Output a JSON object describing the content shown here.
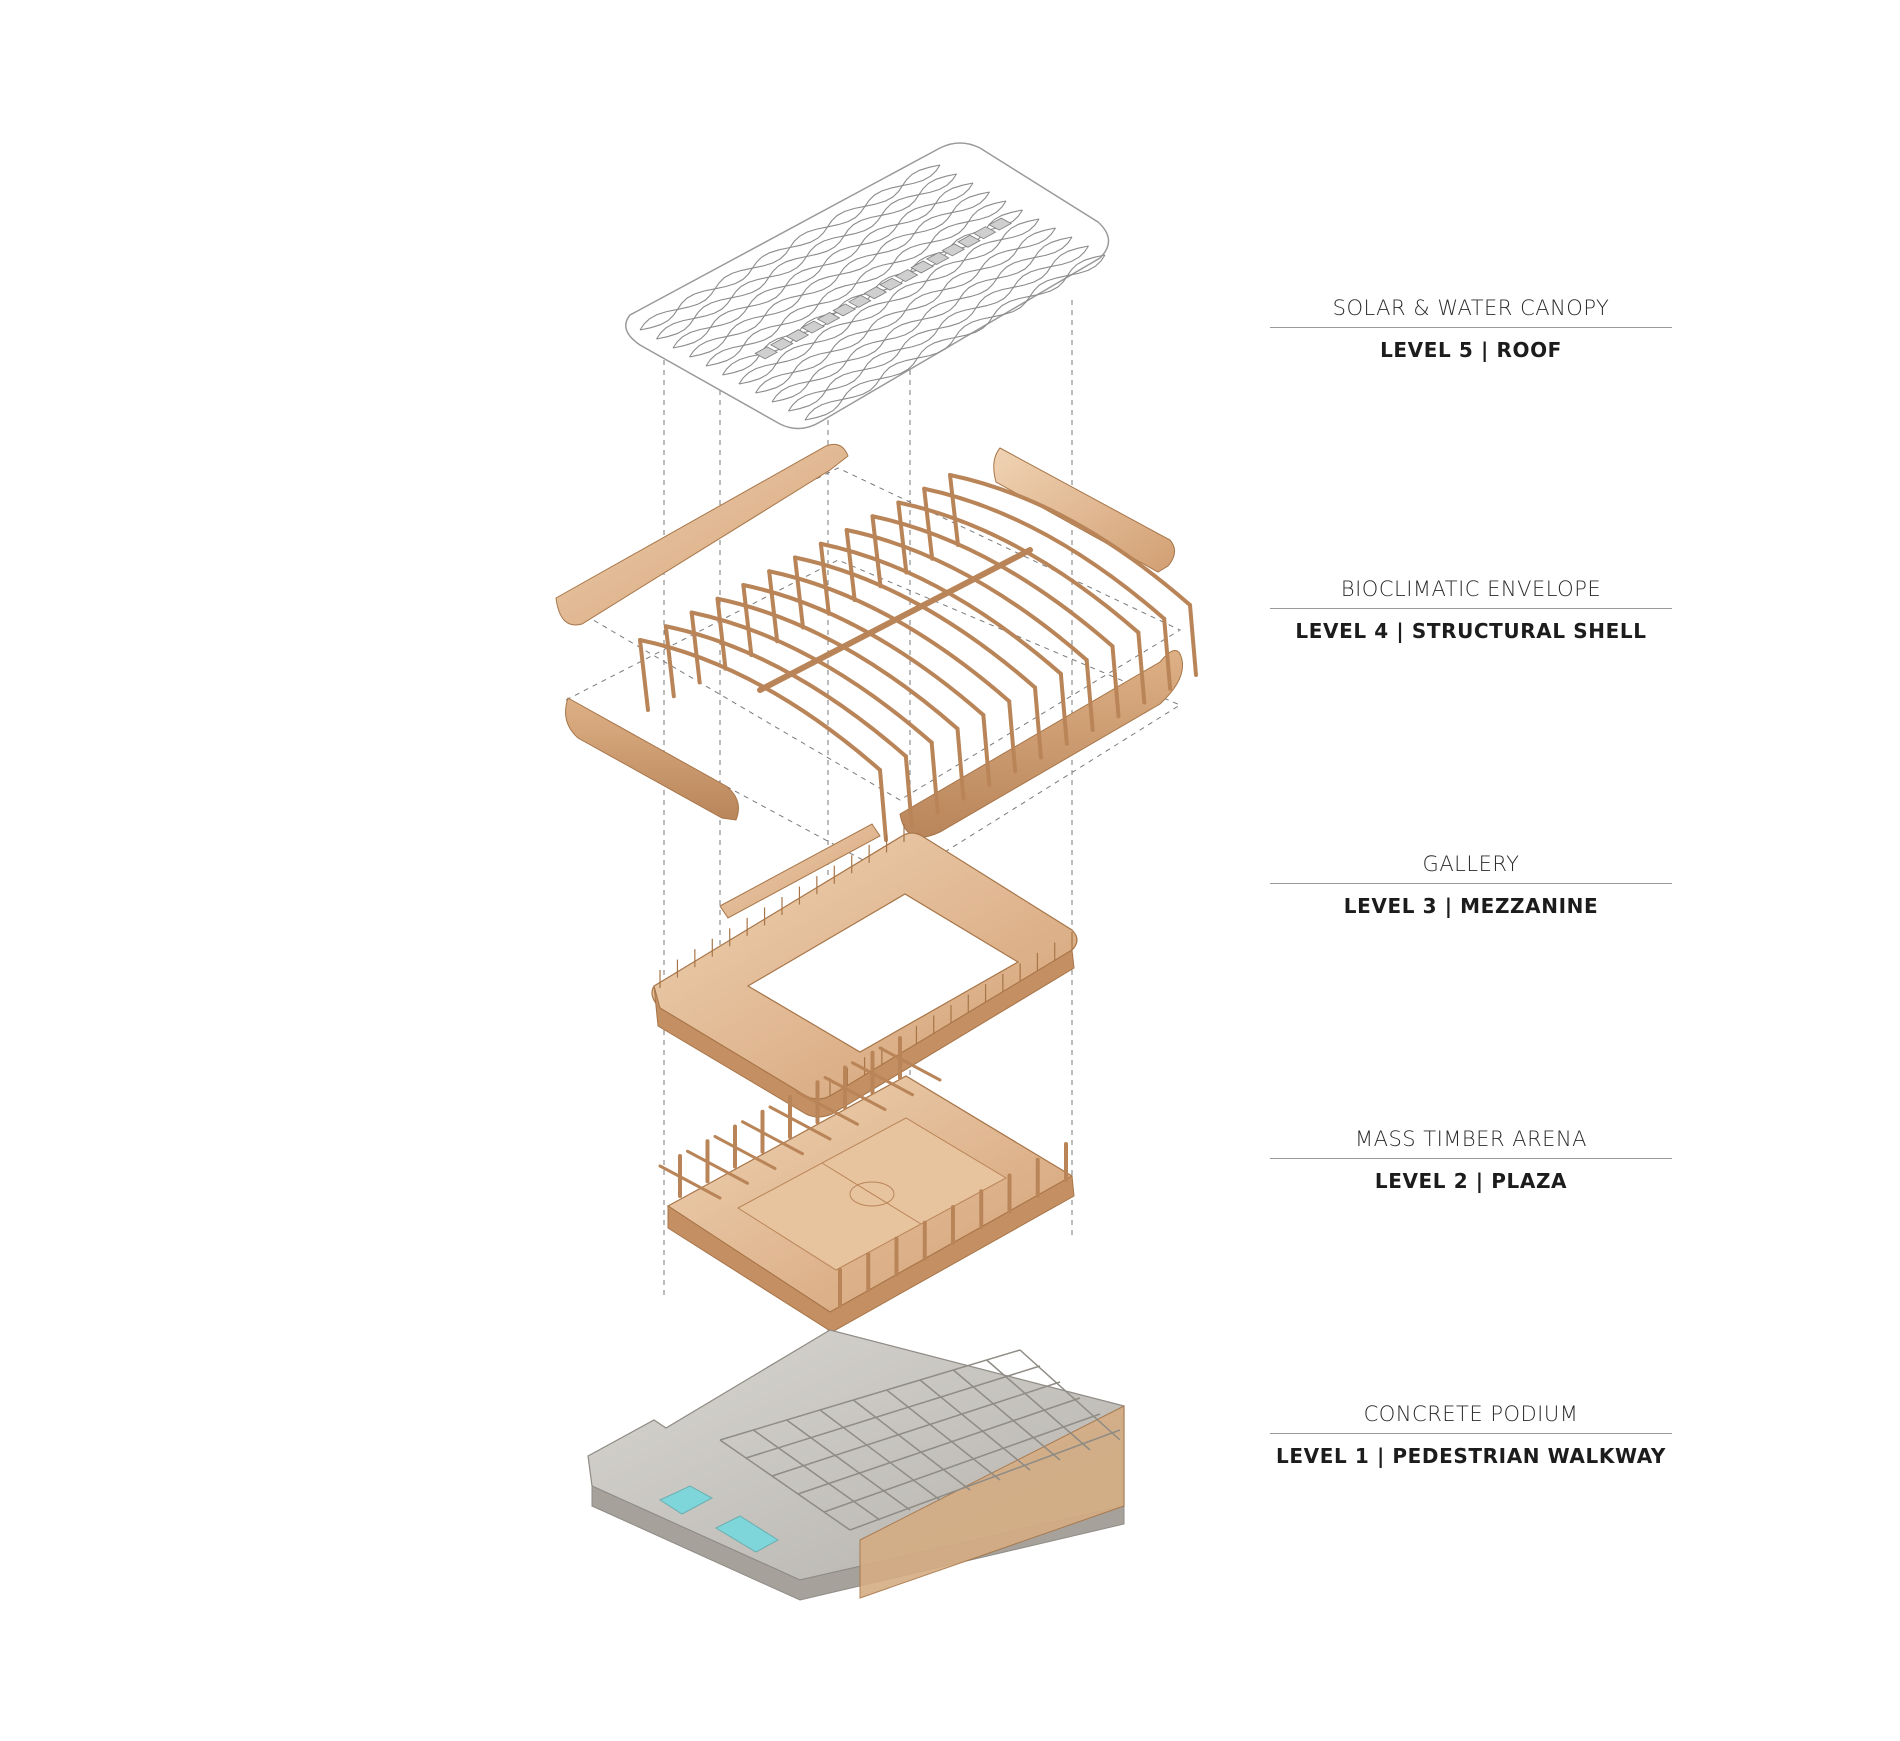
{
  "diagram": {
    "colors": {
      "timber_light": "#ebc9a6",
      "timber_mid": "#d9ac80",
      "timber_dark": "#b98558",
      "concrete_light": "#d2d0cc",
      "concrete_mid": "#b8b5b0",
      "concrete_dark": "#98948e",
      "water": "#7fd6da",
      "canopy_line": "#8b8b8b",
      "dashed_line": "#7a7a7a"
    },
    "layers": [
      {
        "id": "level5",
        "title": "SOLAR & WATER CANOPY",
        "level": "LEVEL 5  |  ROOF"
      },
      {
        "id": "level4",
        "title": "BIOCLIMATIC ENVELOPE",
        "level": "LEVEL 4  |  STRUCTURAL SHELL"
      },
      {
        "id": "level3",
        "title": "GALLERY",
        "level": "LEVEL 3  |  MEZZANINE"
      },
      {
        "id": "level2",
        "title": "MASS TIMBER ARENA",
        "level": "LEVEL 2  |  PLAZA"
      },
      {
        "id": "level1",
        "title": "CONCRETE PODIUM",
        "level": "LEVEL 1  |  PEDESTRIAN WALKWAY"
      }
    ]
  }
}
